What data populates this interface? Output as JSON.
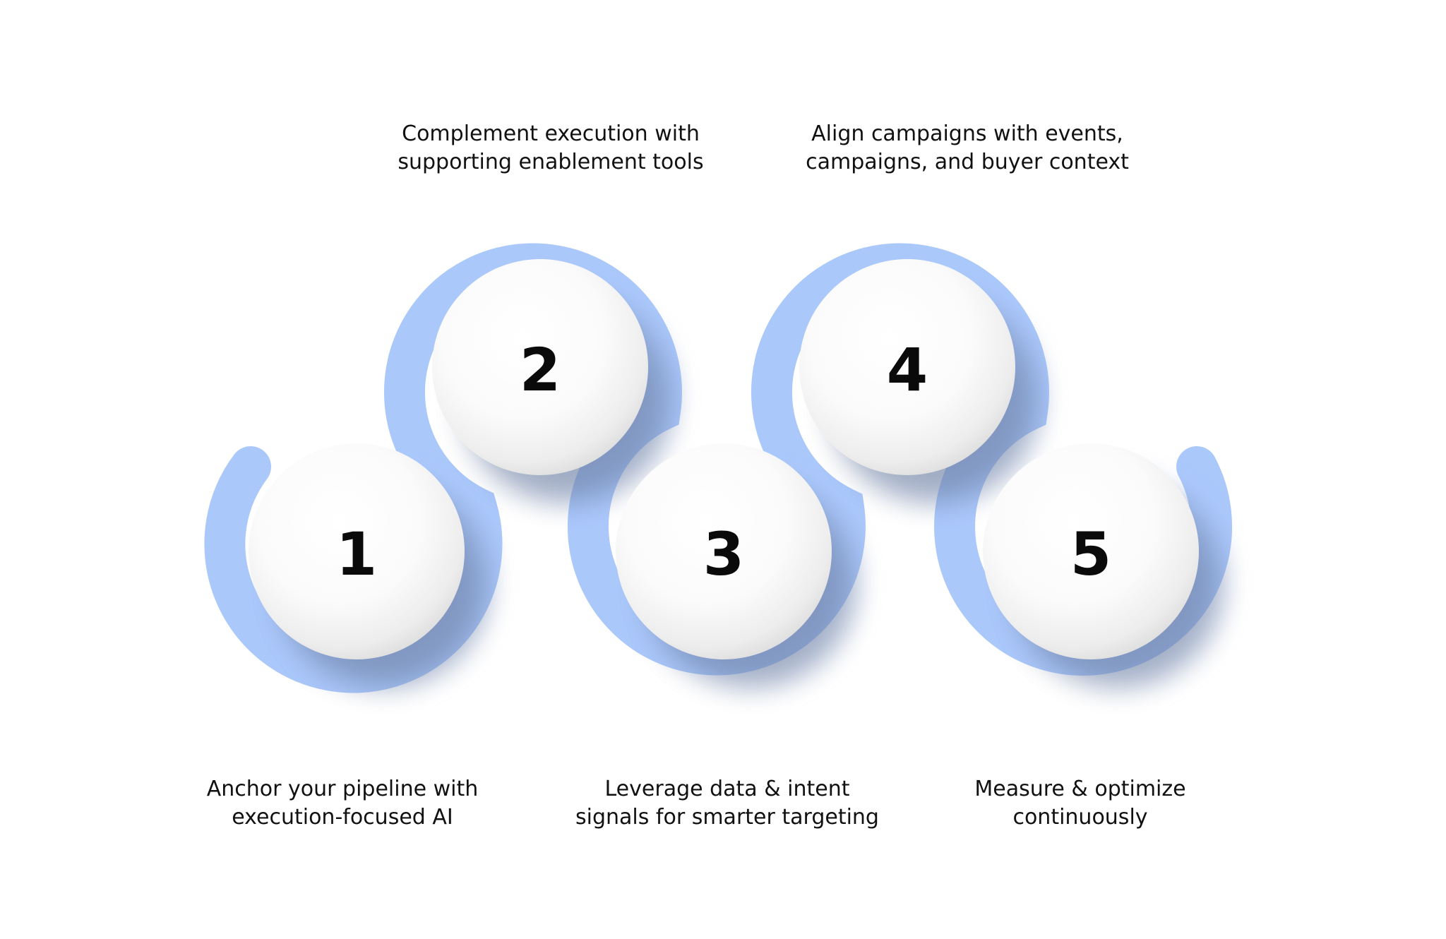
{
  "theme": {
    "ribbon_color": "#abc8fb",
    "ribbon_shadow_color": "#8ea7d9",
    "circle_fill": "#ffffff",
    "number_color": "#0a0a0a"
  },
  "steps": [
    {
      "number": "1",
      "caption_lines": [
        "Anchor your pipeline with",
        "execution-focused AI"
      ]
    },
    {
      "number": "2",
      "caption_lines": [
        "Complement execution with",
        "supporting enablement tools"
      ]
    },
    {
      "number": "3",
      "caption_lines": [
        "Leverage data & intent",
        "signals for smarter targeting"
      ]
    },
    {
      "number": "4",
      "caption_lines": [
        "Align campaigns with events,",
        "campaigns, and buyer context"
      ]
    },
    {
      "number": "5",
      "caption_lines": [
        "Measure & optimize",
        "continuously"
      ]
    }
  ]
}
